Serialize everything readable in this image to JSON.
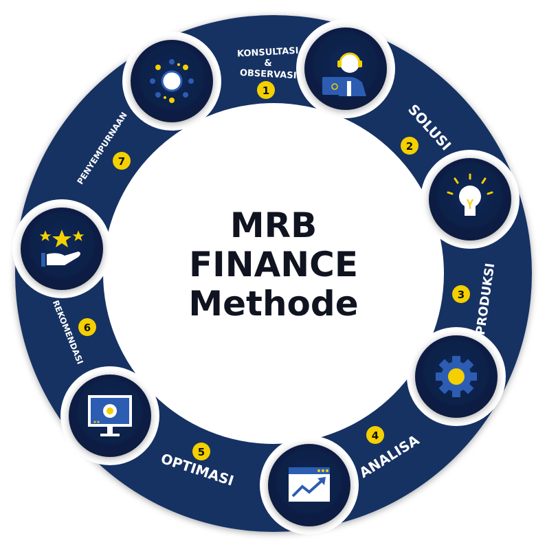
{
  "title": {
    "line1": "MRB",
    "line2": "FINANCE",
    "line3": "Methode"
  },
  "colors": {
    "ring": "#143063",
    "icon_bg": "#0c1f45",
    "accent": "#f4d000",
    "icon_blue": "#2c5db3"
  },
  "steps": [
    {
      "number": "1",
      "label_line1": "KONSULTASI",
      "label_line2": "&",
      "label_line3": "OBSERVASI",
      "icon": "customer-support-icon"
    },
    {
      "number": "2",
      "label": "SOLUSI",
      "icon": "lightbulb-icon"
    },
    {
      "number": "3",
      "label": "PRODUKSI",
      "icon": "gear-icon"
    },
    {
      "number": "4",
      "label": "ANALISA",
      "icon": "chart-window-icon"
    },
    {
      "number": "5",
      "label": "OPTIMASI",
      "icon": "monitor-gear-icon"
    },
    {
      "number": "6",
      "label": "REKOMENDASI",
      "icon": "hand-stars-icon"
    },
    {
      "number": "7",
      "label": "PENYEMPURNAAN",
      "icon": "virus-icon"
    }
  ]
}
